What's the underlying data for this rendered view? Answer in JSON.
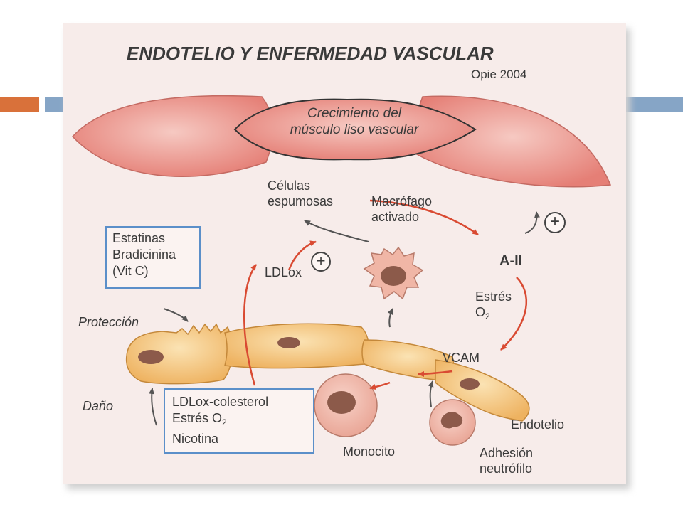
{
  "diagram": {
    "title": "ENDOTELIO Y ENFERMEDAD VASCULAR",
    "source": "Opie 2004",
    "muscle_label": [
      "Crecimiento del",
      "músculo liso vascular"
    ],
    "foam_cells": [
      "Células",
      "espumosas"
    ],
    "activated_macrophage": [
      "Macrófago",
      "activado"
    ],
    "plus_sign": "+",
    "angiotensin": "A-II",
    "ldlox": "LDLox",
    "oxidative_stress": {
      "word": "Estrés",
      "symbol": "O",
      "subscript": "2"
    },
    "vcam": "VCAM",
    "protection": "Protección",
    "damage": "Daño",
    "protection_box": [
      "Estatinas",
      "Bradicinina",
      "(Vit C)"
    ],
    "damage_box": {
      "line1": "LDLox-colesterol",
      "line2_word": "Estrés O",
      "line2_sub": "2",
      "line3": "Nicotina"
    },
    "monocyte": "Monocito",
    "endothelium": "Endotelio",
    "neutrophil_adhesion": [
      "Adhesión",
      "neutrófilo"
    ]
  },
  "colors": {
    "background": "#f7ecea",
    "muscle": "#e88a82",
    "cell": "#f2c173",
    "nucleus": "#8c5a4a",
    "monocyte": "#eeaa9c",
    "box_border": "#5b8fc9",
    "arrow_red": "#d94a32",
    "arrow_dark": "#555555",
    "accent_orange": "#d9713a",
    "accent_blue": "#86a5c6"
  }
}
